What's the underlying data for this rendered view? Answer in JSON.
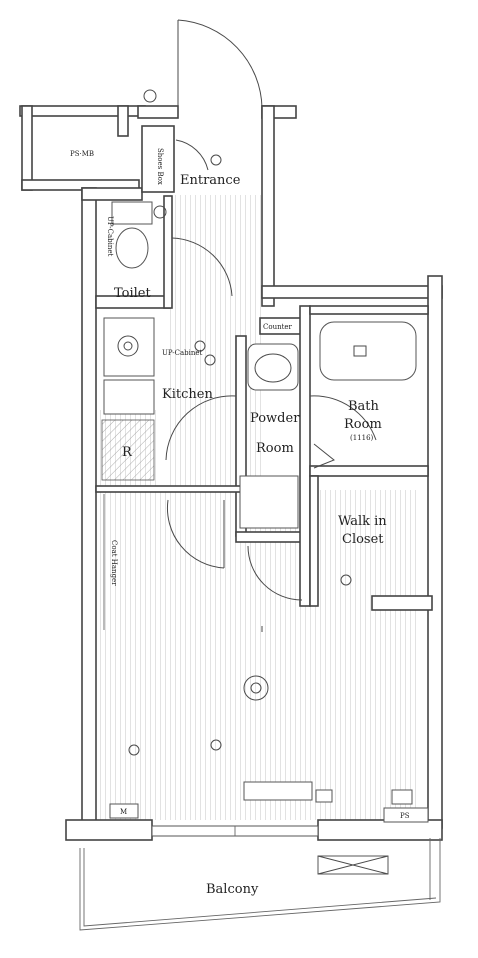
{
  "plan": {
    "rooms": {
      "ps_mb": "PS·MB",
      "entrance": "Entrance",
      "shoes_box": "Shoes Box",
      "toilet": "Toilet",
      "up_cabinet_toilet": "UP-Cabinet",
      "up_cabinet_kitchen": "UP-Cabinet",
      "kitchen": "Kitchen",
      "counter": "Counter",
      "powder_room": [
        "Powder",
        "Room"
      ],
      "bath_room": [
        "Bath",
        "Room",
        "(1116)"
      ],
      "walk_in_closet": [
        "Walk in",
        "Closet"
      ],
      "refrigerator": "R",
      "coat_hanger": "Coat Hanger",
      "balcony": "Balcony",
      "ps": "PS",
      "meter": "M"
    }
  }
}
